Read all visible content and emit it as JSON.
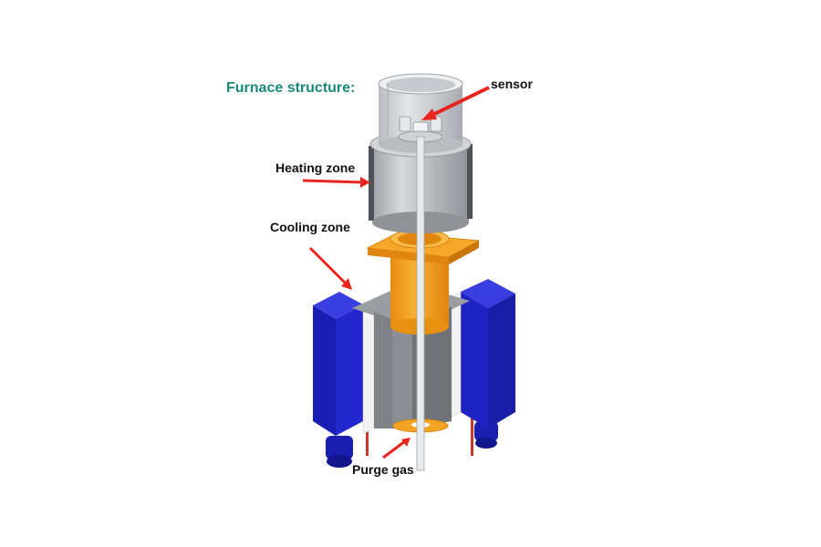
{
  "title": "Furnace structure:",
  "labels": {
    "sensor": "sensor",
    "heating_zone": "Heating zone",
    "cooling_zone": "Cooling zone",
    "purge_gas": "Purge gas"
  },
  "colors": {
    "title": "#1a8a78",
    "arrow": "#e8251e",
    "cooling_block": "#1f22c8",
    "heating_cylinder": "#c9ccd1",
    "orange_part": "#f5a524",
    "core": "#8c8f94"
  }
}
